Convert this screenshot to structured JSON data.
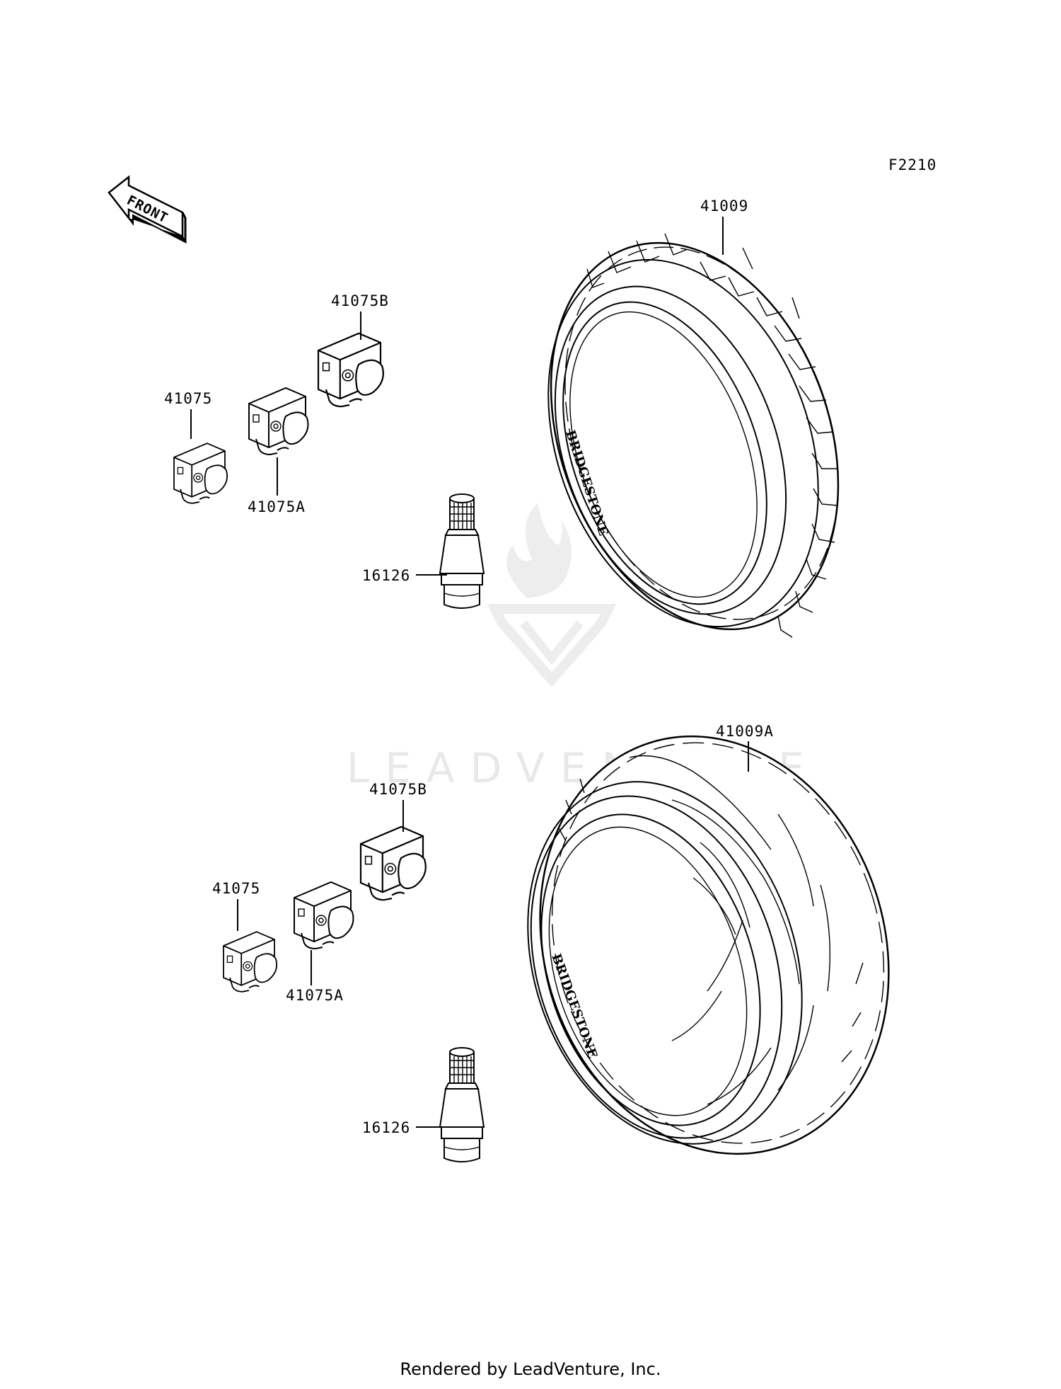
{
  "diagram_code": "F2210",
  "front_arrow_label": "FRONT",
  "watermark": "LEADVENTURE",
  "footer": "Rendered by LeadVenture, Inc.",
  "upper_group": {
    "tire": "41009",
    "weight_b": "41075B",
    "weight": "41075",
    "weight_a": "41075A",
    "valve": "16126"
  },
  "lower_group": {
    "tire": "41009A",
    "weight_b": "41075B",
    "weight": "41075",
    "weight_a": "41075A",
    "valve": "16126"
  }
}
